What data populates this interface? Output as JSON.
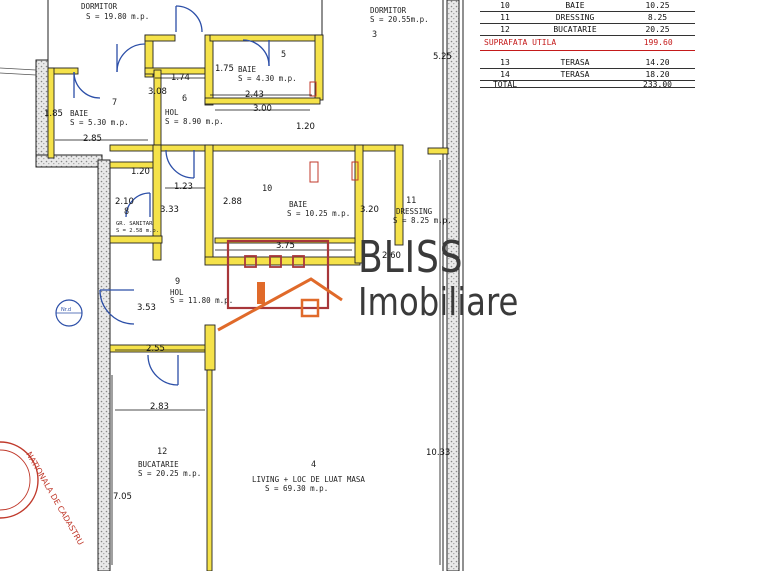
{
  "legend": {
    "rows": [
      {
        "nr": "10",
        "name": "BAIE",
        "area": "10.25"
      },
      {
        "nr": "11",
        "name": "DRESSING",
        "area": "8.25"
      },
      {
        "nr": "12",
        "name": "BUCATARIE",
        "area": "20.25"
      }
    ],
    "summary": {
      "name": "SUPRAFATA UTILA",
      "area": "199.60"
    },
    "terrace_rows": [
      {
        "nr": "13",
        "name": "TERASA",
        "area": "14.20"
      },
      {
        "nr": "14",
        "name": "TERASA",
        "area": "18.20"
      },
      {
        "nr": "",
        "name": "TOTAL",
        "area": "233.00"
      }
    ]
  },
  "rooms": {
    "dormitor_left": {
      "name": "DORMITOR",
      "area": "S = 19.80 m.p."
    },
    "dormitor_right": {
      "name": "DORMITOR",
      "area": "S = 20.55m.p.",
      "nr": "3"
    },
    "baie5": {
      "nr": "5",
      "name": "BAIE",
      "area": "S = 4.30 m.p."
    },
    "hol6": {
      "nr": "6",
      "name": "HOL",
      "area": "S = 8.90 m.p."
    },
    "baie7": {
      "nr": "7",
      "name": "BAIE",
      "area": "S = 5.30 m.p."
    },
    "gr8": {
      "nr": "8",
      "name": "GR. SANITAR",
      "area": "S = 2.58 m.p."
    },
    "hol9": {
      "nr": "9",
      "name": "HOL",
      "area": "S = 11.80 m.p."
    },
    "baie10": {
      "nr": "10",
      "name": "BAIE",
      "area": "S = 10.25 m.p."
    },
    "dressing11": {
      "nr": "11",
      "name": "DRESSING",
      "area": "S = 8.25 m.p."
    },
    "bucatarie12": {
      "nr": "12",
      "name": "BUCATARIE",
      "area": "S = 20.25 m.p."
    },
    "living4": {
      "nr": "4",
      "name": "LIVING + LOC DE LUAT MASA",
      "area": "S = 69.30 m.p."
    }
  },
  "dimensions": {
    "d1_74": "1.74",
    "d1_75": "1.75",
    "d3_08": "3.08",
    "d1_85": "1.85",
    "d2_43": "2.43",
    "d3_00": "3.00",
    "d2_85": "2.85",
    "d5_25": "5.25",
    "d1_20a": "1.20",
    "d1_20b": "1.20",
    "d1_23": "1.23",
    "d2_10": "2.10",
    "d3_33": "3.33",
    "d2_88": "2.88",
    "d3_75": "3.75",
    "d3_20": "3.20",
    "d2_60": "2.60",
    "d3_53": "3.53",
    "d2_55": "2.55",
    "d2_83": "2.83",
    "d10_33": "10.33",
    "d7_05": "7.05"
  },
  "brand": {
    "line1": "BLISS",
    "line2": "Imobiliare"
  },
  "colors": {
    "wall": "#f5e24a",
    "wall_outline": "#222222",
    "brand_orange": "#e06a2a",
    "brand_red": "#a8373a",
    "stamp": "#c0392b",
    "sum_red": "#c41a1a"
  },
  "section_marker": {
    "text": "Nr.d"
  }
}
